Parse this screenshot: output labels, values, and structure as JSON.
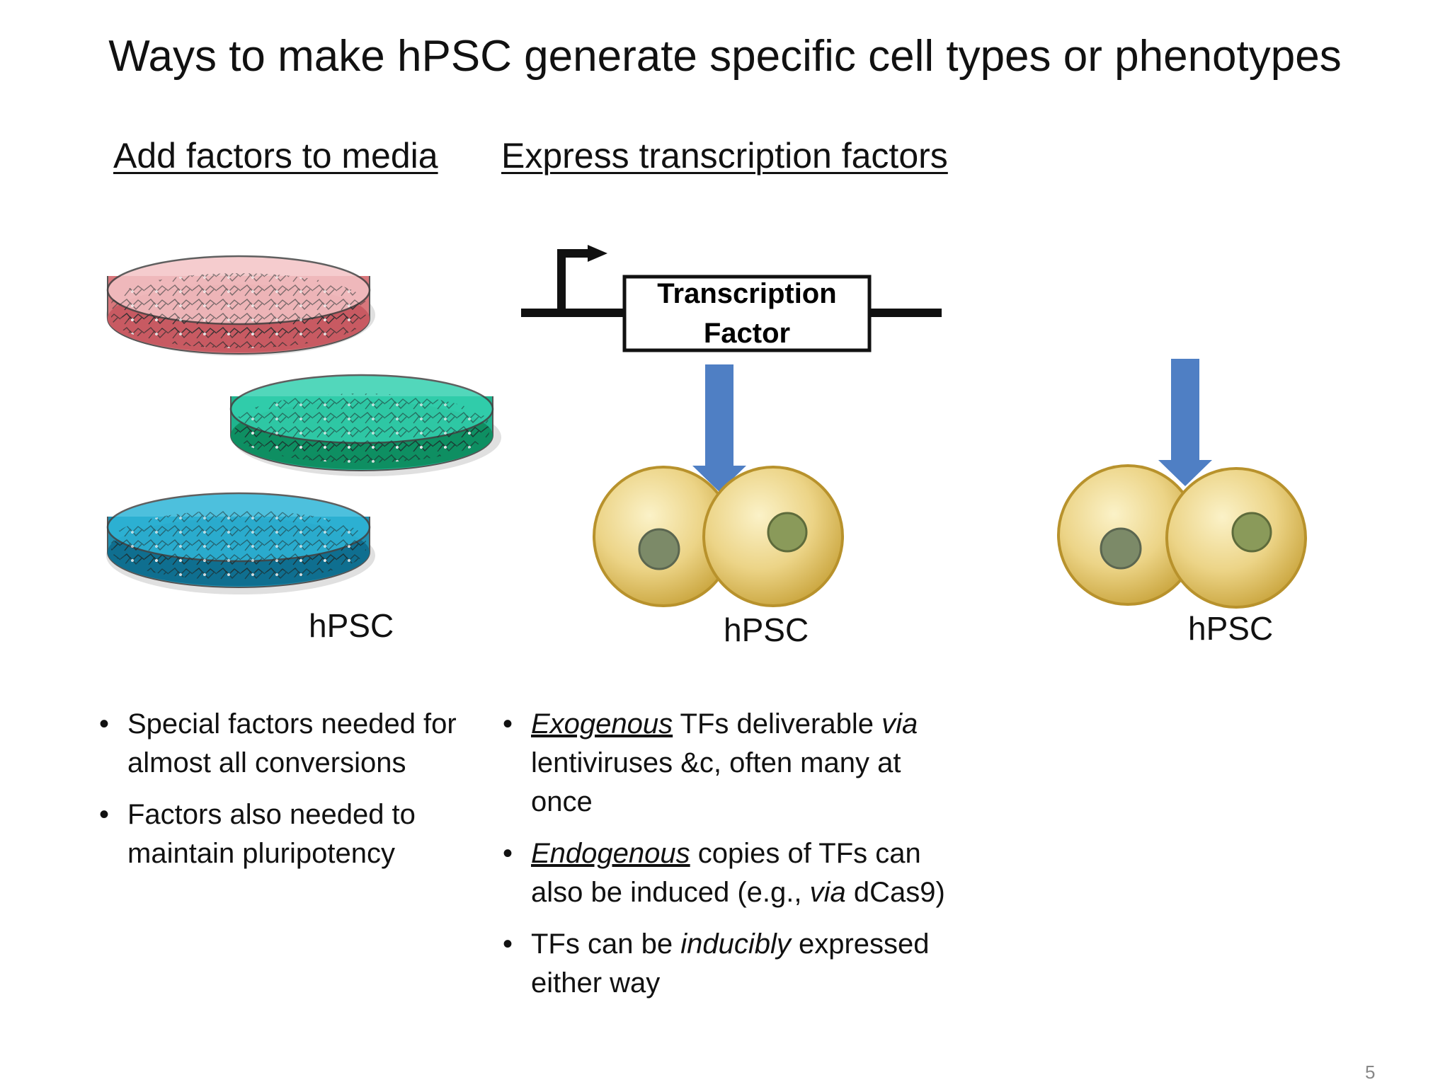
{
  "title": "Ways to make hPSC generate specific cell types or phenotypes",
  "columns": {
    "media": {
      "heading": "Add factors to media",
      "cell_label": "hPSC",
      "dish_colors": [
        "#d9777c",
        "#1fb48e",
        "#1f8fb0"
      ],
      "bullets": [
        {
          "text": "Special factors needed for almost all conversions"
        },
        {
          "text": "Factors also needed to maintain pluripotency"
        }
      ]
    },
    "transcription": {
      "heading": "Express transcription factors",
      "gene_box": {
        "line1": "Transcription",
        "line2": "Factor"
      },
      "cell_label": "hPSC",
      "bullets": [
        {
          "lead": "Exogenous",
          "mid": " TFs deliverable ",
          "em": "via",
          "tail": " lentiviruses &c, often many at once"
        },
        {
          "lead": "Endogenous",
          "mid": " copies of TFs can also be induced (e.g., ",
          "em": "via",
          "tail": " dCas9)"
        },
        {
          "pre": "TFs can be ",
          "em": "inducibly",
          "tail": " expressed either way"
        }
      ]
    },
    "third": {
      "cell_label": "hPSC"
    }
  },
  "colors": {
    "arrow": "#4f7fc4",
    "cell": "#e8d27a",
    "nucleus": "#8a9a5a"
  },
  "page_number": "5"
}
